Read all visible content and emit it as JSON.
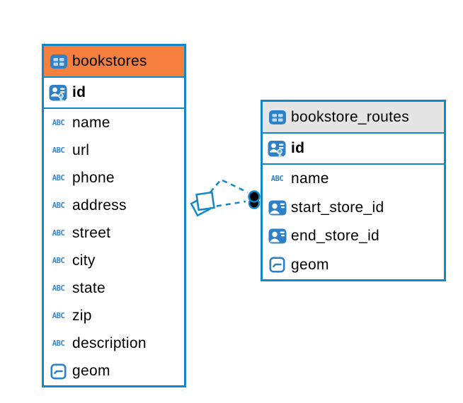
{
  "diagram": {
    "colors": {
      "accent": "#1287C9",
      "icon_blue": "#2E81C6",
      "icon_cell": "#BCD9EE",
      "abc_blue": "#3585C8",
      "key_light": "#8CC4EA",
      "bookstores_header": "#F5803E",
      "bookstore_routes_header": "#E5E5E5",
      "relationship_dot": "#000000",
      "text": "#000000"
    },
    "icons": {
      "text_glyph": "ABC"
    },
    "tables": [
      {
        "name": "bookstores",
        "header_icon": "table-icon",
        "header_color": "#F5803E",
        "columns": [
          {
            "name": "id",
            "icon": "primary-key-icon",
            "primary": true
          },
          {
            "name": "name",
            "icon": "text-icon"
          },
          {
            "name": "url",
            "icon": "text-icon"
          },
          {
            "name": "phone",
            "icon": "text-icon"
          },
          {
            "name": "address",
            "icon": "text-icon"
          },
          {
            "name": "street",
            "icon": "text-icon"
          },
          {
            "name": "city",
            "icon": "text-icon"
          },
          {
            "name": "state",
            "icon": "text-icon"
          },
          {
            "name": "zip",
            "icon": "text-icon"
          },
          {
            "name": "description",
            "icon": "text-icon"
          },
          {
            "name": "geom",
            "icon": "geometry-icon"
          }
        ]
      },
      {
        "name": "bookstore_routes",
        "header_icon": "table-icon",
        "header_color": "#E5E5E5",
        "columns": [
          {
            "name": "id",
            "icon": "primary-key-icon",
            "primary": true
          },
          {
            "name": "name",
            "icon": "text-icon"
          },
          {
            "name": "start_store_id",
            "icon": "foreign-key-icon"
          },
          {
            "name": "end_store_id",
            "icon": "foreign-key-icon"
          },
          {
            "name": "geom",
            "icon": "geometry-icon"
          }
        ]
      }
    ],
    "relationship": {
      "from_table": "bookstores",
      "to_table": "bookstore_routes",
      "line_style": "dashed"
    }
  }
}
